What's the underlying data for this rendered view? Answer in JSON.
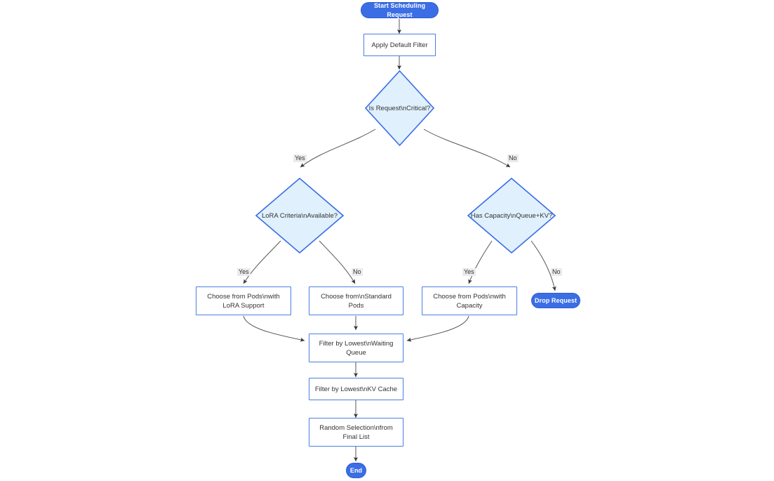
{
  "diagram": {
    "title": "Start Scheduling Request",
    "type": "flowchart",
    "colors": {
      "terminal_fill": "#3b6ee5",
      "terminal_text": "#ffffff",
      "process_fill": "#ffffff",
      "process_border": "#4a7fe0",
      "decision_fill": "#e0f0fd",
      "decision_border": "#4a7fe0",
      "edge_stroke": "#555555",
      "edge_label_bg": "#ebebeb",
      "text": "#333333"
    },
    "nodes": {
      "start": {
        "label": "Start Scheduling Request",
        "shape": "stadium"
      },
      "apply_default_filter": {
        "label": "Apply Default Filter",
        "shape": "rect"
      },
      "is_request_critical": {
        "label": "Is Request\\nCritical?",
        "shape": "diamond"
      },
      "lora_criteria_available": {
        "label": "LoRA Criteria\\nAvailable?",
        "shape": "diamond"
      },
      "has_capacity": {
        "label": "Has Capacity\\nQueue+KV?",
        "shape": "diamond"
      },
      "choose_lora_pods": {
        "label": "Choose from Pods\\nwith\nLoRA Support",
        "shape": "rect"
      },
      "choose_standard_pods": {
        "label": "Choose from\\nStandard\nPods",
        "shape": "rect"
      },
      "choose_capacity_pods": {
        "label": "Choose from Pods\\nwith\nCapacity",
        "shape": "rect"
      },
      "drop_request": {
        "label": "Drop Request",
        "shape": "stadium"
      },
      "filter_waiting_queue": {
        "label": "Filter by Lowest\\nWaiting\nQueue",
        "shape": "rect"
      },
      "filter_kv_cache": {
        "label": "Filter by Lowest\\nKV Cache",
        "shape": "rect"
      },
      "random_selection": {
        "label": "Random Selection\\nfrom\nFinal List",
        "shape": "rect"
      },
      "end": {
        "label": "End",
        "shape": "stadium"
      }
    },
    "edge_labels": {
      "critical_yes": "Yes",
      "critical_no": "No",
      "lora_yes": "Yes",
      "lora_no": "No",
      "capacity_yes": "Yes",
      "capacity_no": "No"
    }
  }
}
